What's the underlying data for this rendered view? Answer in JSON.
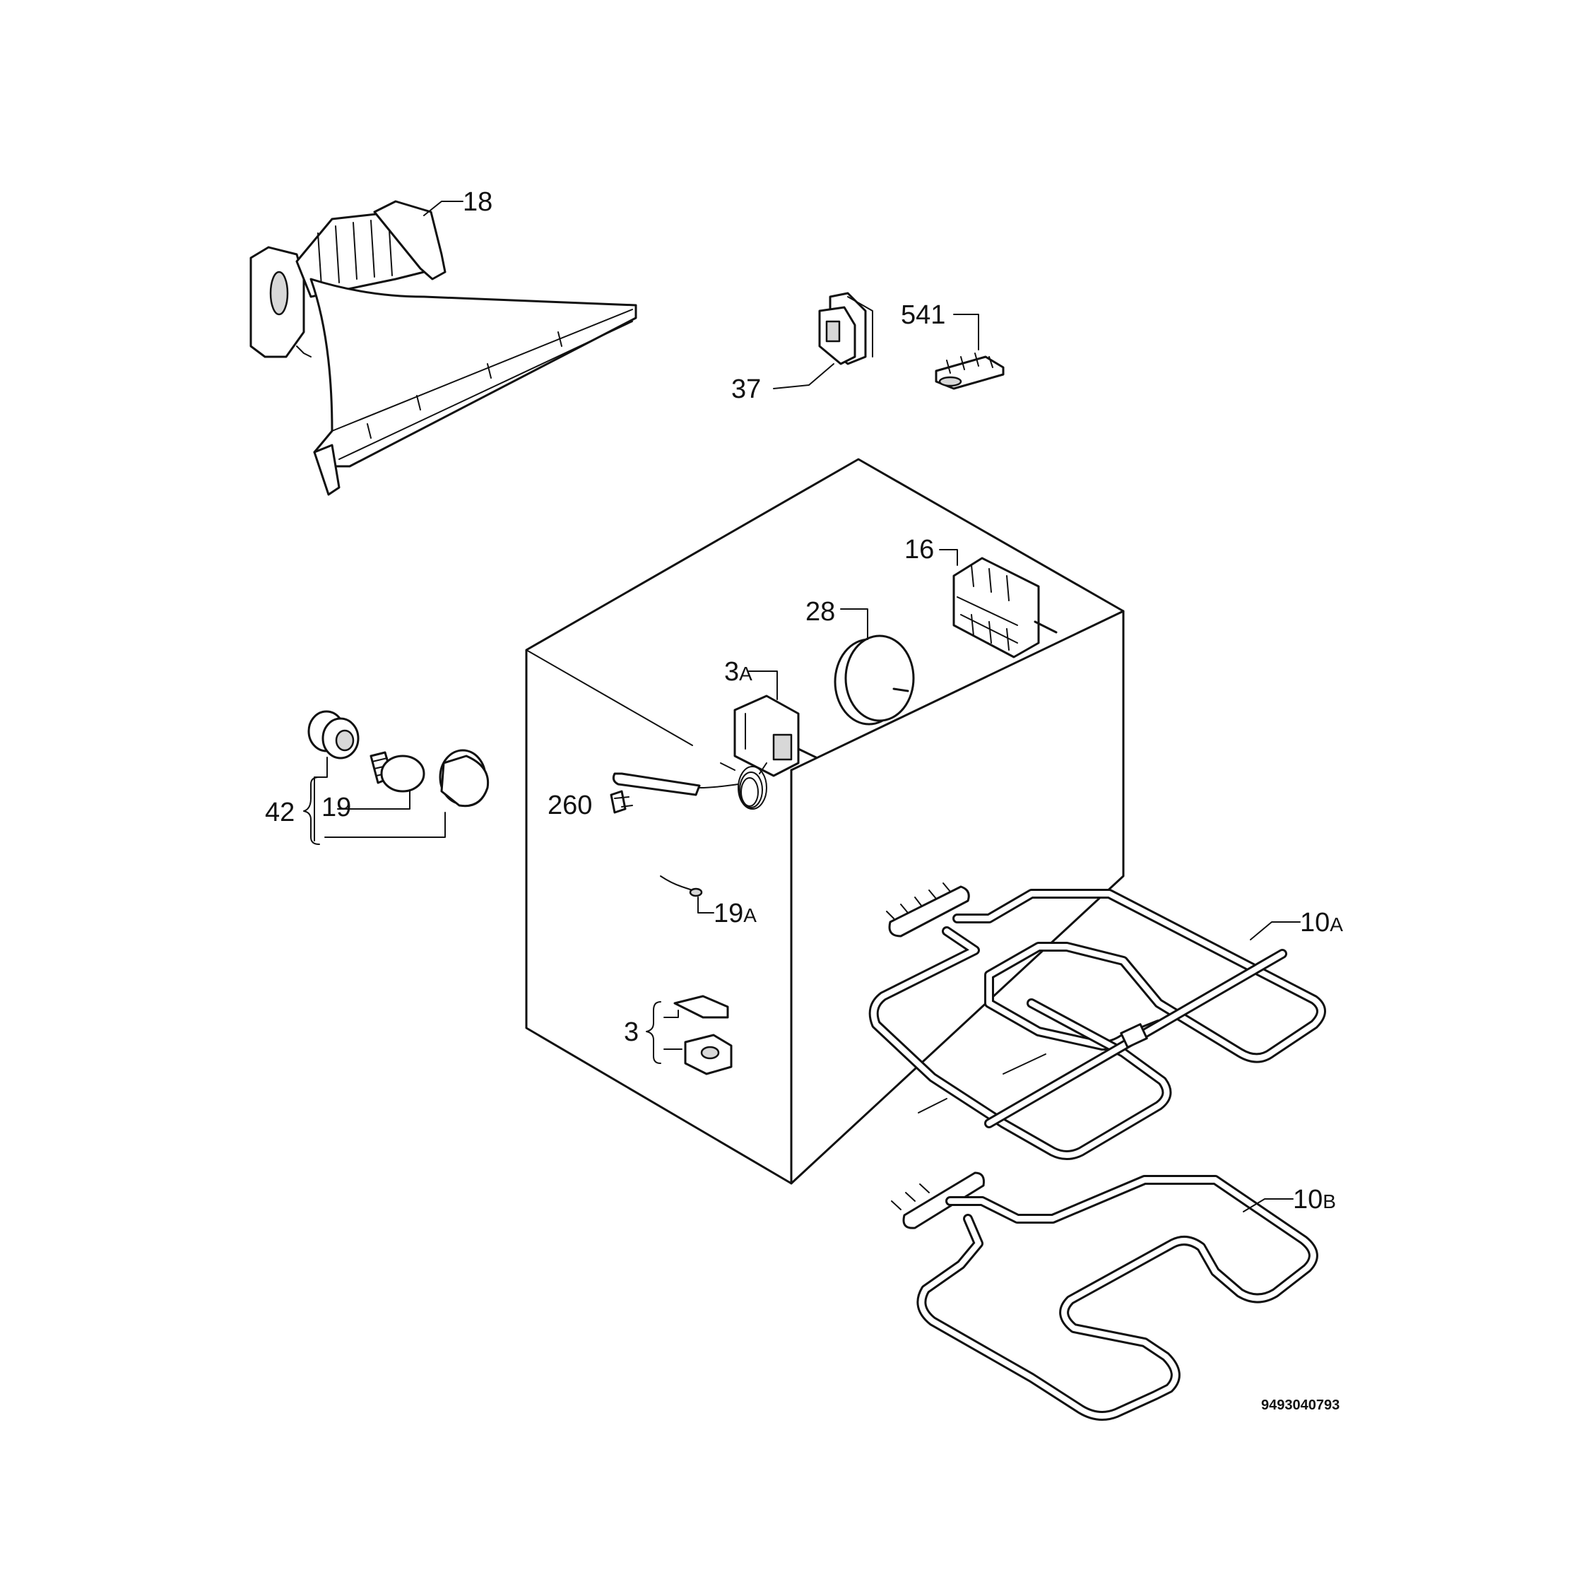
{
  "labels": {
    "p18": "18",
    "p541": "541",
    "p37": "37",
    "p16": "16",
    "p28": "28",
    "p3a_num": "3",
    "p3a_suffix": "A",
    "p42": "42",
    "p19": "19",
    "p260": "260",
    "p19a_num": "19",
    "p19a_suffix": "A",
    "p10a_num": "10",
    "p10a_suffix": "A",
    "p3": "3",
    "p10b_num": "10",
    "p10b_suffix": "B"
  },
  "reference_number": "9493040793"
}
